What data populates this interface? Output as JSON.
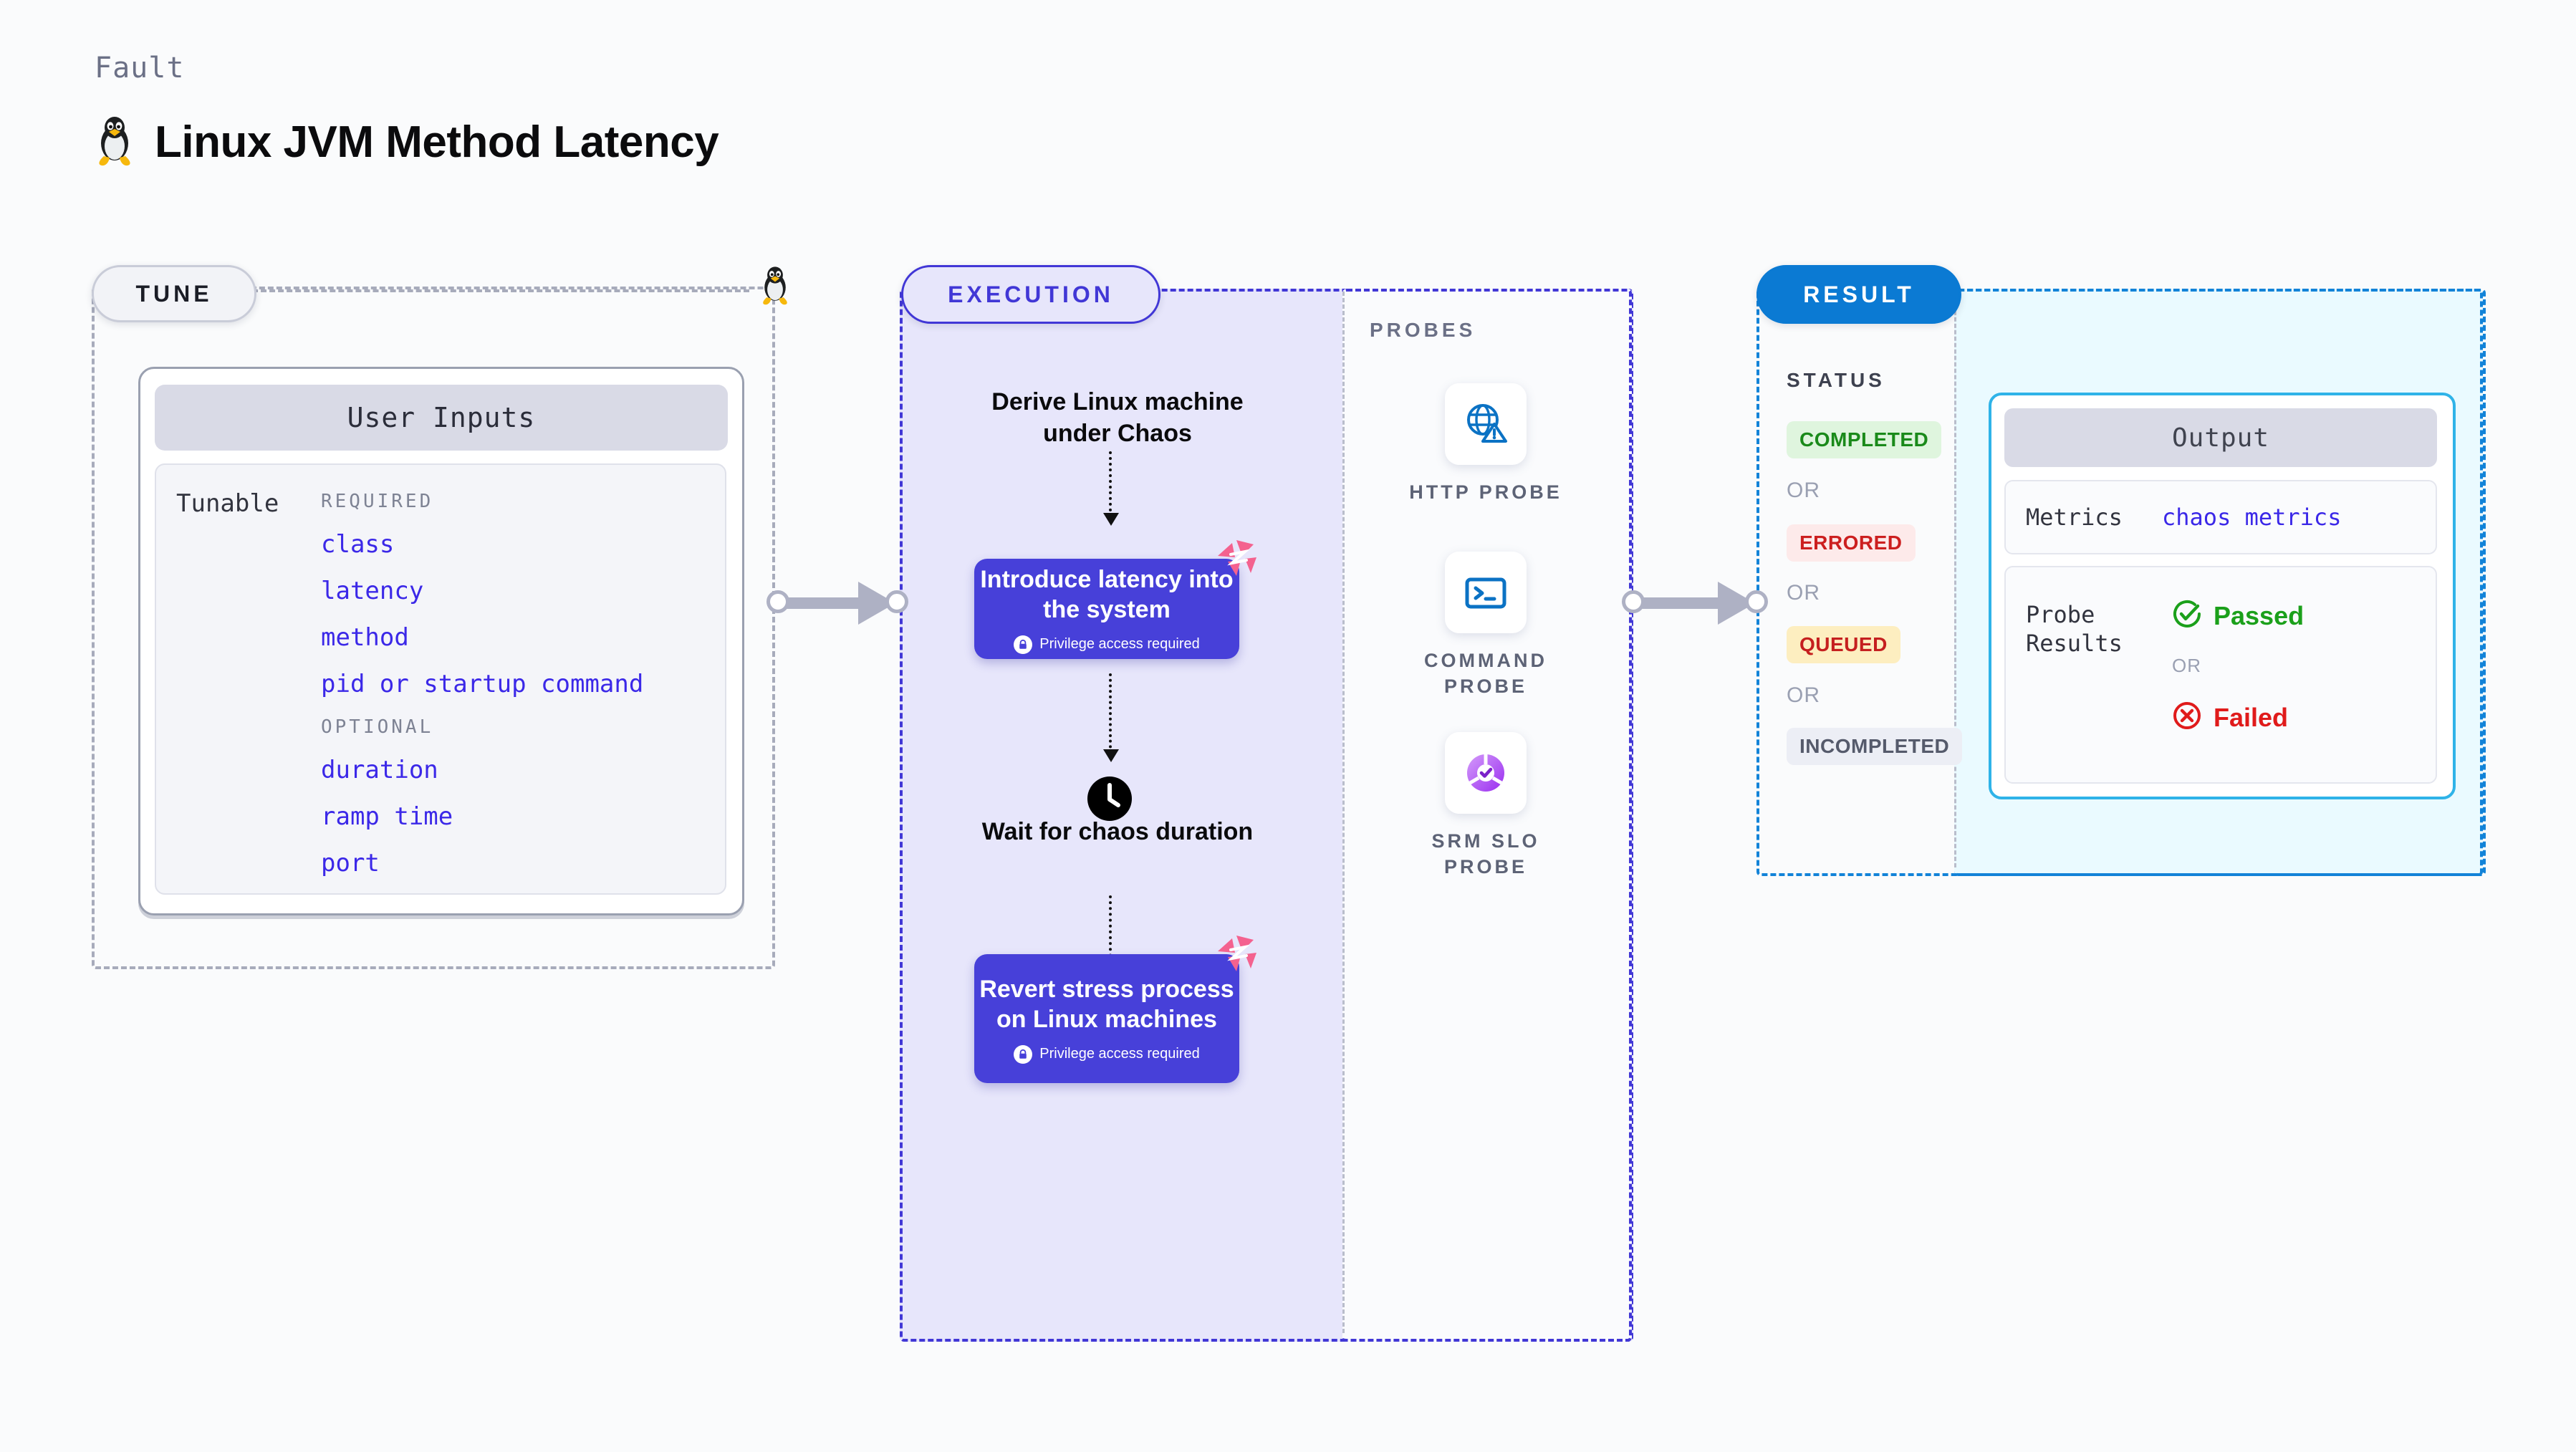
{
  "header": {
    "kicker": "Fault",
    "title": "Linux JVM Method Latency",
    "icon": "linux-penguin-icon"
  },
  "tune": {
    "pill_label": "TUNE",
    "card_header": "User Inputs",
    "tunable_label": "Tunable",
    "groups": [
      {
        "title": "REQUIRED",
        "items": [
          "class",
          "latency",
          "method",
          "pid or startup command"
        ]
      },
      {
        "title": "OPTIONAL",
        "items": [
          "duration",
          "ramp time",
          "port"
        ]
      }
    ]
  },
  "execution": {
    "pill_label": "EXECUTION",
    "steps": [
      {
        "type": "text",
        "label": "Derive Linux machine under Chaos"
      },
      {
        "type": "box",
        "label": "Introduce latency into the system",
        "note": "Privilege access required",
        "icon": "lock-icon",
        "badge": "harness-logo-icon"
      },
      {
        "type": "text",
        "label": "Wait for chaos duration",
        "icon": "clock-icon"
      },
      {
        "type": "box",
        "label": "Revert stress process on Linux machines",
        "note": "Privilege access required",
        "icon": "lock-icon",
        "badge": "harness-logo-icon"
      }
    ]
  },
  "probes": {
    "title": "PROBES",
    "items": [
      {
        "label": "HTTP PROBE",
        "icon": "globe-warning-icon"
      },
      {
        "label": "COMMAND PROBE",
        "icon": "terminal-icon"
      },
      {
        "label": "SRM SLO PROBE",
        "icon": "slo-donut-check-icon"
      }
    ]
  },
  "result": {
    "pill_label": "RESULT",
    "status_title": "STATUS",
    "or_label": "OR",
    "statuses": [
      {
        "label": "COMPLETED",
        "bg": "#dff5de",
        "fg": "#1a8a1a"
      },
      {
        "label": "ERRORED",
        "bg": "#fdeaea",
        "fg": "#cc1f1f"
      },
      {
        "label": "QUEUED",
        "bg": "#fdeec0",
        "fg": "#c51f1f"
      },
      {
        "label": "INCOMPLETED",
        "bg": "#eceef5",
        "fg": "#555a6b"
      }
    ]
  },
  "output": {
    "card_header": "Output",
    "metrics_label": "Metrics",
    "metrics_value": "chaos metrics",
    "probe_results_label": "Probe Results",
    "or_label": "OR",
    "passed_label": "Passed",
    "failed_label": "Failed",
    "passed_icon": "check-circle-icon",
    "failed_icon": "x-circle-icon"
  },
  "colors": {
    "accent_purple": "#4740d9",
    "accent_blue": "#0b7ad3",
    "tune_gray": "#a7abbb",
    "harness_pink": "#f4628f",
    "tunable_link": "#3b28e8",
    "output_border": "#2fb3e8"
  }
}
